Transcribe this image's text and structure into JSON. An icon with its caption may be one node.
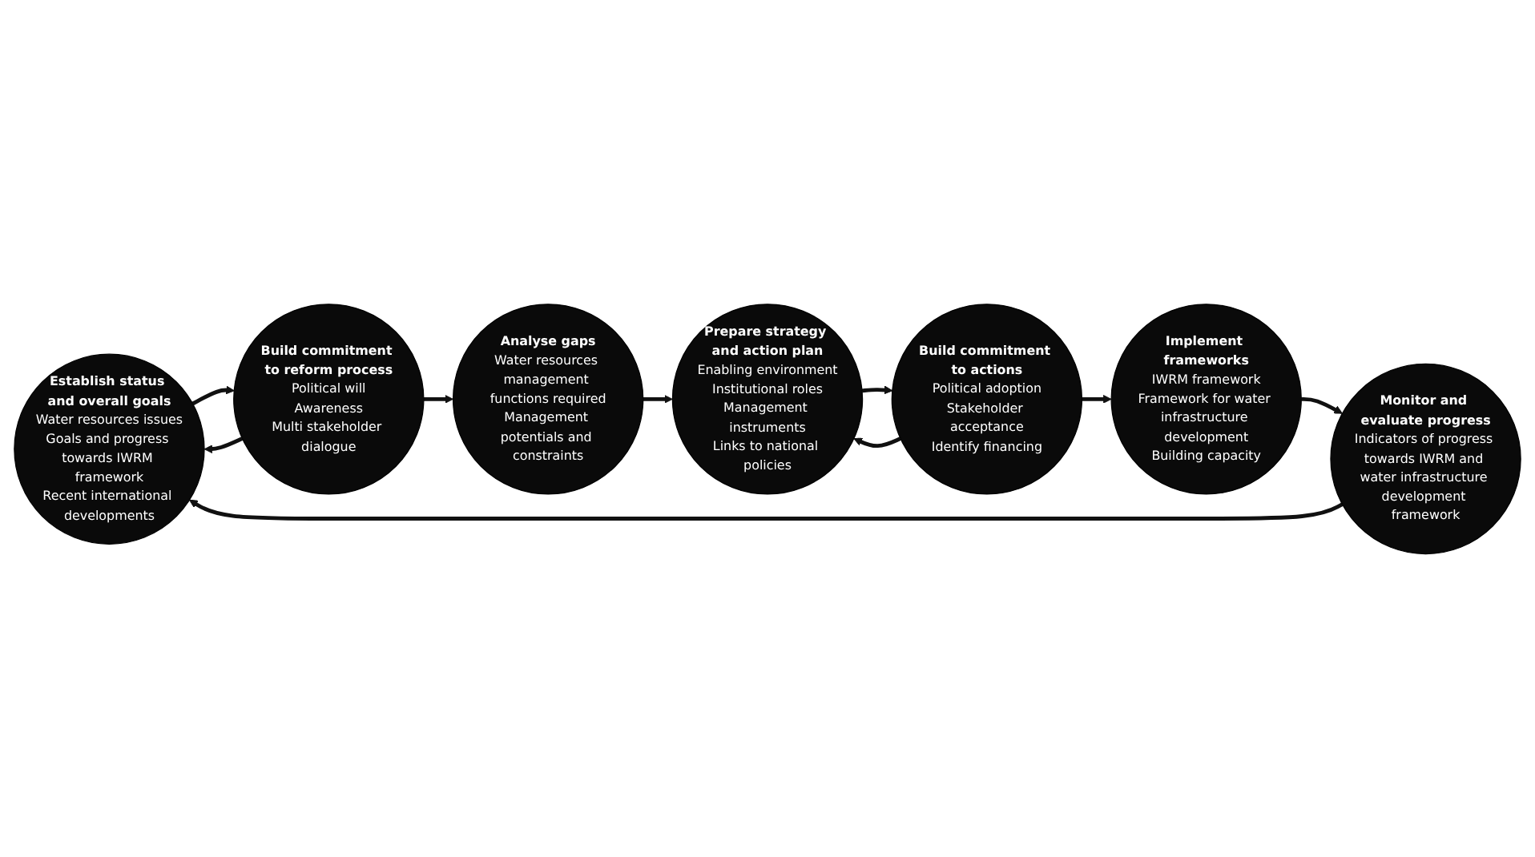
{
  "diagram": {
    "nodes": [
      {
        "text": [
          "Establish status and overall goals",
          "Water resources issues",
          "Goals and progress towards IWRM framework",
          "Recent international developments"
        ]
      },
      {
        "text": [
          "Build commitment to reform process",
          "Political will",
          "Awareness",
          "Multi stakeholder dialogue"
        ]
      },
      {
        "text": [
          "Analyse gaps",
          "Water resources management functions required",
          "Management potentials and constraints"
        ]
      },
      {
        "text": [
          "Prepare strategy and action plan",
          "Enabling environment",
          "Institutional roles",
          "Management instruments",
          "Links to national policies"
        ]
      },
      {
        "text": [
          "Build commitment to actions",
          "Political adoption",
          "Stakeholder acceptance",
          "Identify financing"
        ]
      },
      {
        "text": [
          "Implement frameworks",
          "IWRM framework",
          "Framework for water infrastructure development",
          "Building capacity"
        ]
      },
      {
        "text": [
          "Monitor and evaluate progress",
          "Indicators of progress towards IWRM and water infrastructure development framework"
        ]
      }
    ],
    "edges": [
      {
        "from": 6,
        "to": 0,
        "arrow": "to"
      },
      {
        "from": 1,
        "to": 0,
        "arrow": "to"
      },
      {
        "from": 0,
        "to": 1,
        "arrow": "to"
      },
      {
        "from": 1,
        "to": 2,
        "arrow": "to"
      },
      {
        "from": 2,
        "to": 3,
        "arrow": "to"
      },
      {
        "from": 4,
        "to": 3,
        "arrow": "to"
      },
      {
        "from": 3,
        "to": 4,
        "arrow": "to"
      },
      {
        "from": 4,
        "to": 5,
        "arrow": "to"
      },
      {
        "from": 5,
        "to": 6,
        "arrow": "to"
      }
    ]
  }
}
